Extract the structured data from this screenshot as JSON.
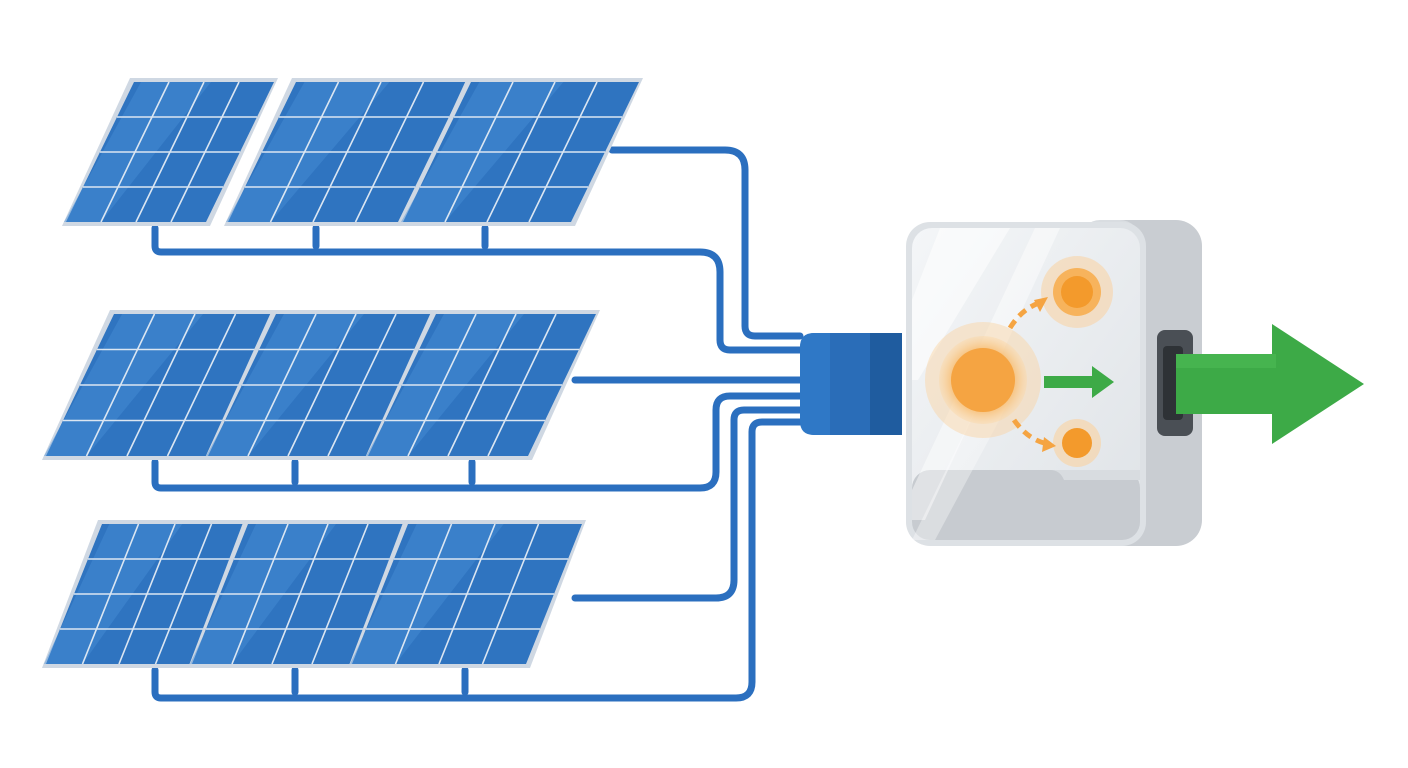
{
  "diagram": {
    "panel_rows": [
      {
        "name": "row-1",
        "panels": 3,
        "columns": 4,
        "cell_rows": 4
      },
      {
        "name": "row-2",
        "panels": 3,
        "columns": 4,
        "cell_rows": 4
      },
      {
        "name": "row-3",
        "panels": 3,
        "columns": 4,
        "cell_rows": 4
      }
    ],
    "icons": {
      "panel": "solar-panel-icon",
      "combiner": "combiner-box-icon",
      "inverter": "inverter-icon",
      "output": "power-output-arrow-icon"
    },
    "colors": {
      "panel_blue": "#2f74c0",
      "panel_light": "#4a90d6",
      "panel_frame": "#cfd8e3",
      "wire": "#2b6fbf",
      "combiner": "#2a6db8",
      "inverter_body": "#e6e9ec",
      "inverter_side": "#c9cdd2",
      "energy_orange": "#f5a442",
      "energy_glow": "#f9c98a",
      "output_green": "#3daa47"
    }
  }
}
